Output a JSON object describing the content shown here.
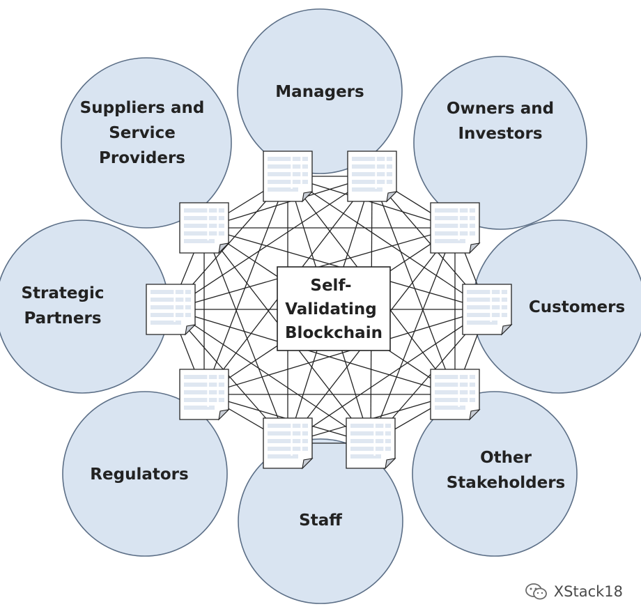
{
  "colors": {
    "circle_fill": "#d9e4f1",
    "circle_stroke": "#5b6e86",
    "line": "#222222",
    "ledger_row": "#dfe7f1"
  },
  "center": {
    "line1": "Self-",
    "line2": "Validating",
    "line3": "Blockchain"
  },
  "stakeholders": [
    {
      "id": "managers",
      "lines": [
        "Managers"
      ]
    },
    {
      "id": "owners-and-investors",
      "lines": [
        "Owners and",
        "Investors"
      ]
    },
    {
      "id": "customers",
      "lines": [
        "Customers"
      ]
    },
    {
      "id": "other-stakeholders",
      "lines": [
        "Other",
        "Stakeholders"
      ]
    },
    {
      "id": "staff",
      "lines": [
        "Staff"
      ]
    },
    {
      "id": "regulators",
      "lines": [
        "Regulators"
      ]
    },
    {
      "id": "strategic-partners",
      "lines": [
        "Strategic",
        "Partners"
      ]
    },
    {
      "id": "suppliers-and-service-providers",
      "lines": [
        "Suppliers and",
        "Service",
        "Providers"
      ]
    }
  ],
  "ledger_icon": "ledger-document-icon",
  "watermark": {
    "icon": "wechat-icon",
    "text": "XStack18"
  }
}
